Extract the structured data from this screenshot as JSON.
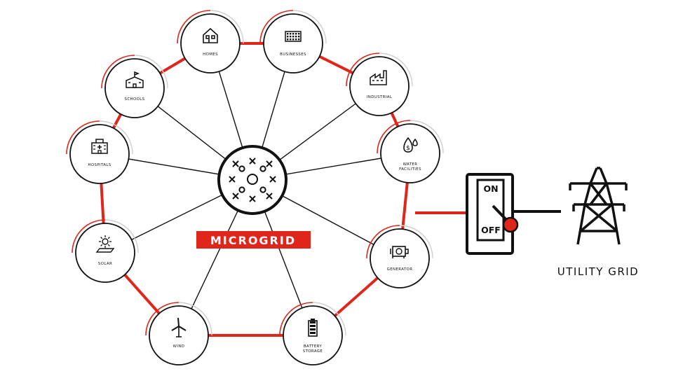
{
  "hub": {
    "label": "MICROGRID",
    "icon": "network-nodes-icon"
  },
  "nodes": [
    {
      "label": "HOMES",
      "icon": "house-icon"
    },
    {
      "label": "BUSINESSES",
      "icon": "office-building-icon"
    },
    {
      "label": "INDUSTRIAL",
      "icon": "factory-icon"
    },
    {
      "label": "WATER",
      "label2": "FACILITIES",
      "icon": "water-drop-icon"
    },
    {
      "label": "GENERATOR",
      "icon": "generator-icon"
    },
    {
      "label": "BATTERY",
      "label2": "STORAGE",
      "icon": "battery-icon"
    },
    {
      "label": "WIND",
      "icon": "wind-turbine-icon"
    },
    {
      "label": "SOLAR",
      "icon": "solar-panel-icon"
    },
    {
      "label": "HOSPITALS",
      "icon": "hospital-icon"
    },
    {
      "label": "SCHOOLS",
      "icon": "school-icon"
    }
  ],
  "switch": {
    "on_label": "ON",
    "off_label": "OFF"
  },
  "utility": {
    "label": "UTILITY GRID",
    "icon": "transmission-tower-icon"
  },
  "colors": {
    "accent": "#e0251b",
    "line": "#111111",
    "ring_gray": "#cfcfcf"
  }
}
